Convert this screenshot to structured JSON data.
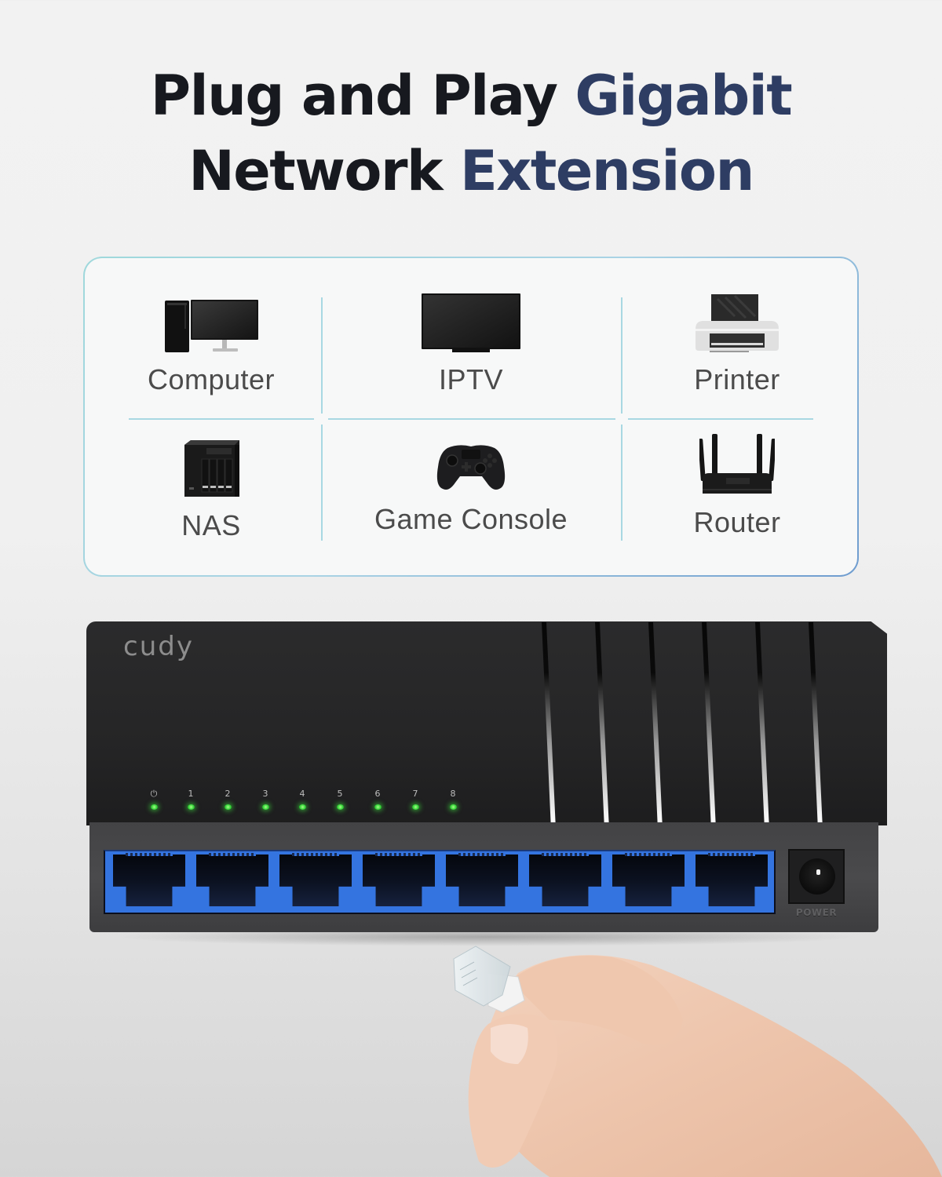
{
  "headline": {
    "line1_dark": "Plug and Play",
    "line1_navy": "Gigabit",
    "line2_dark": "Network",
    "line2_navy": "Extension"
  },
  "colors": {
    "headline_dark": "#17191f",
    "headline_navy": "#2e3d63",
    "card_border_start": "#9fd8dc",
    "card_border_end": "#6e9ccf",
    "port_blue": "#3474e0",
    "led_green": "#37d63a",
    "switch_body": "#252526"
  },
  "devices": [
    {
      "label": "Computer",
      "icon": "desktop-computer-icon"
    },
    {
      "label": "IPTV",
      "icon": "television-icon"
    },
    {
      "label": "Printer",
      "icon": "printer-icon"
    },
    {
      "label": "NAS",
      "icon": "nas-storage-icon"
    },
    {
      "label": "Game Console",
      "icon": "game-controller-icon"
    },
    {
      "label": "Router",
      "icon": "wifi-router-icon"
    }
  ],
  "switch": {
    "brand": "cudy",
    "led_labels": [
      "⏻",
      "1",
      "2",
      "3",
      "4",
      "5",
      "6",
      "7",
      "8"
    ],
    "port_count": 8,
    "power_label": "POWER"
  }
}
